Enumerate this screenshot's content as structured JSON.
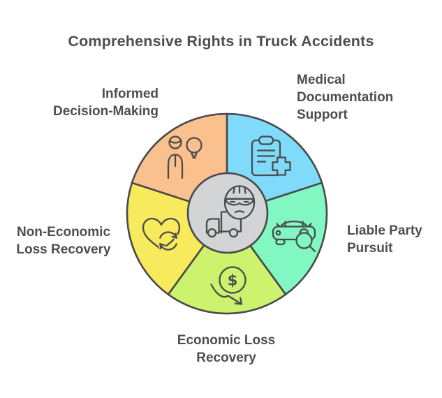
{
  "title": "Comprehensive Rights in Truck Accidents",
  "colors": {
    "background": "#ffffff",
    "text": "#4d4e50",
    "outline": "#48494b",
    "icon_stroke": "#4a4b4d",
    "center_circle": "#d3d4d6"
  },
  "wheel": {
    "center": {
      "icon": "truck-driver-icon"
    },
    "dollar_glyph": "$",
    "segments": [
      {
        "label_lines": [
          "Medical",
          "Documentation",
          "Support"
        ],
        "color": "#7fdbf9",
        "icon": "medical-clipboard-icon"
      },
      {
        "label_lines": [
          "Liable Party",
          "Pursuit"
        ],
        "color": "#81f7c1",
        "icon": "car-search-icon"
      },
      {
        "label_lines": [
          "Economic Loss",
          "Recovery"
        ],
        "color": "#cdf26e",
        "icon": "dollar-decrease-icon"
      },
      {
        "label_lines": [
          "Non-Economic",
          "Loss Recovery"
        ],
        "color": "#f7ea5c",
        "icon": "heart-recycle-icon"
      },
      {
        "label_lines": [
          "Informed",
          "Decision-Making"
        ],
        "color": "#fac08d",
        "icon": "person-lightbulb-icon"
      }
    ]
  }
}
